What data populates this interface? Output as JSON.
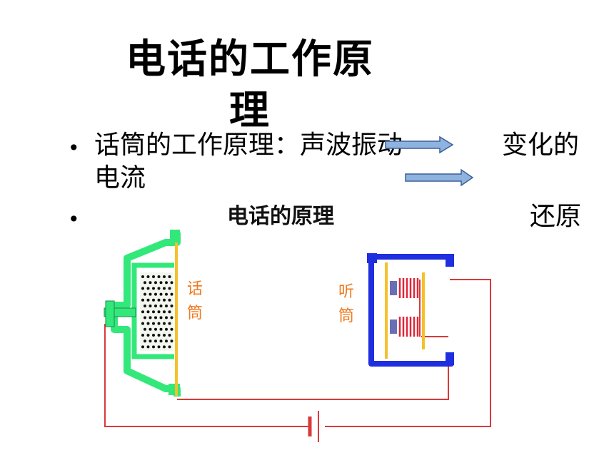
{
  "slide": {
    "title_line1": "电话的工作原",
    "title_line2": "理",
    "bullet1_text": "话筒的工作原理：声波振动",
    "bullet1_right": "变化的",
    "bullet1_line2": "电流",
    "bullet2_right": "还原",
    "bullet_glyph": "•"
  },
  "diagram": {
    "heading": "电话的原理",
    "mic_label_1": "话",
    "mic_label_2": "筒",
    "receiver_label_1": "听",
    "receiver_label_2": "筒"
  },
  "colors": {
    "mic_housing": "#33e87a",
    "receiver_frame": "#1f2fe0",
    "wire": "#d83a3a",
    "diaphragm": "#f5c02a",
    "coil": "#e0263a",
    "label": "#f07a20",
    "arrow": "#7fa6d8"
  }
}
